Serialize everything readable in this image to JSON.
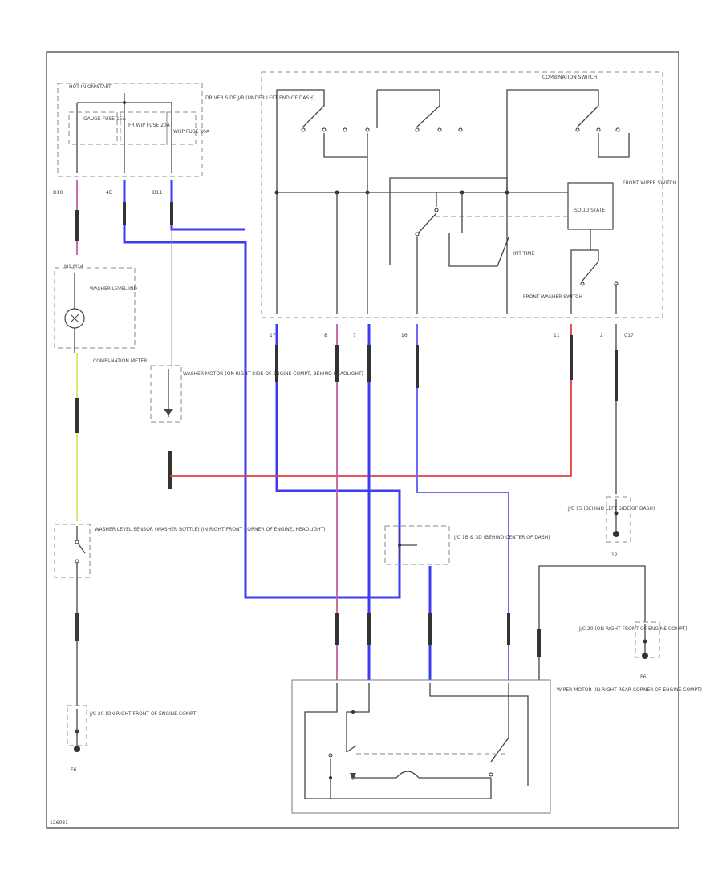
{
  "labels": {
    "hot_in_run": "HOT IN ON/START",
    "fuse_gauge": "GAUGE FUSE 15A",
    "fuse_fr": "FR WIP FUSE 20A",
    "fuse_whp": "WHP FUSE 20A",
    "jb_loc": "DRIVER SIDE J/B (UNDER LEFT END OF DASH)",
    "conn_d10": "D10",
    "conn_4d": "4D",
    "conn_d11": "D11",
    "conn_m14": "M1 M14",
    "washer_level_ind": "WASHER LEVEL IND",
    "combination_meter": "COMBI-NATION METER",
    "washer_motor": "WASHER MOTOR (ON RIGHT SIDE OF ENGINE COMPT, BEHIND HEADLIGHT)",
    "combination_switch": "COMBINATION SWITCH",
    "front_wiper_switch": "FRONT WIPER SWITCH",
    "solid_state": "SOLID STATE",
    "int_time": "INT TIME",
    "front_washer_switch": "FRONT WASHER SWITCH",
    "pins": [
      "17",
      "8",
      "7",
      "16",
      "11",
      "2"
    ],
    "conn_c17": "C17",
    "jc_left": "J/C 15 (BEHIND LEFT SIDE OF DASH)",
    "ground_12": "12",
    "jc_center": "J/C 1B & 3D (BEHIND CENTER OF DASH)",
    "washer_level_sensor": "WASHER LEVEL SENSOR (WASHER BOTTLE) (IN RIGHT FRONT CORNER OF ENGINE, HEADLIGHT)",
    "jc_right_front": "J/C 20 (ON RIGHT FRONT OF ENGINE COMPT)",
    "ground_e6_left": "E6",
    "jc_engine_right": "J/C 20 (ON RIGHT FRONT OF ENGINE COMPT)",
    "ground_e6_right": "E6",
    "wiper_motor": "WIPER MOTOR (IN RIGHT REAR CORNER OF ENGINE COMPT)",
    "footer_code": "126081"
  }
}
